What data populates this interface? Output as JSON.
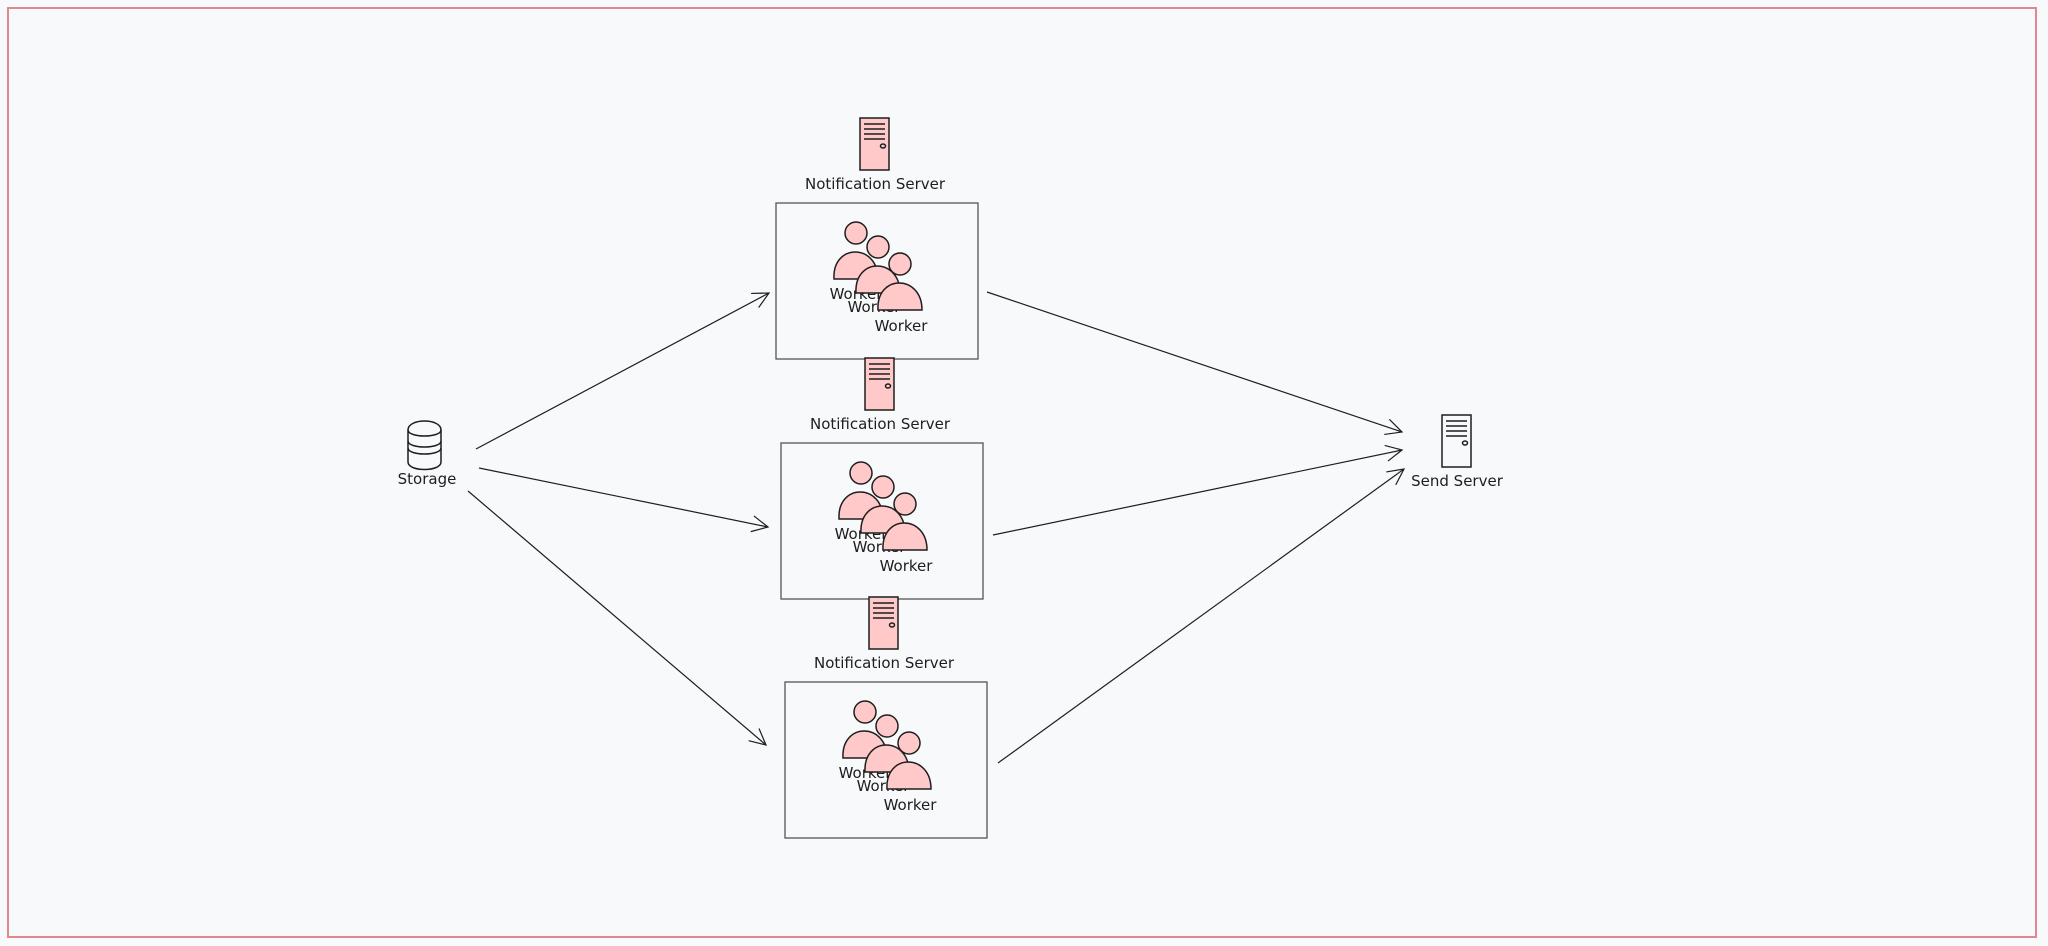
{
  "diagram": {
    "storage": {
      "label": "Storage",
      "icon": "database-icon"
    },
    "send_server": {
      "label": "Send Server",
      "icon": "server-icon"
    },
    "groups": [
      {
        "server_label": "Notification Server",
        "workers": [
          "Worker",
          "Worker",
          "Worker"
        ]
      },
      {
        "server_label": "Notification Server",
        "workers": [
          "Worker",
          "Worker",
          "Worker"
        ]
      },
      {
        "server_label": "Notification Server",
        "workers": [
          "Worker",
          "Worker",
          "Worker"
        ]
      }
    ],
    "colors": {
      "accent_fill": "#ffc9c9",
      "stroke": "#1e1e1e",
      "frame": "#e0878f",
      "background": "#f8f9fb"
    }
  }
}
